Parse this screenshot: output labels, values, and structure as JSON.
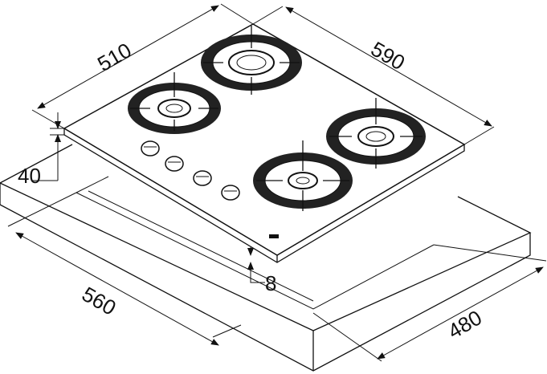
{
  "dimensions": {
    "hob_depth": "510",
    "hob_width": "590",
    "counter_thickness": "40",
    "glass_height": "8",
    "cutout_width": "560",
    "cutout_depth": "480"
  },
  "colors": {
    "line": "#111111",
    "background": "#ffffff"
  }
}
